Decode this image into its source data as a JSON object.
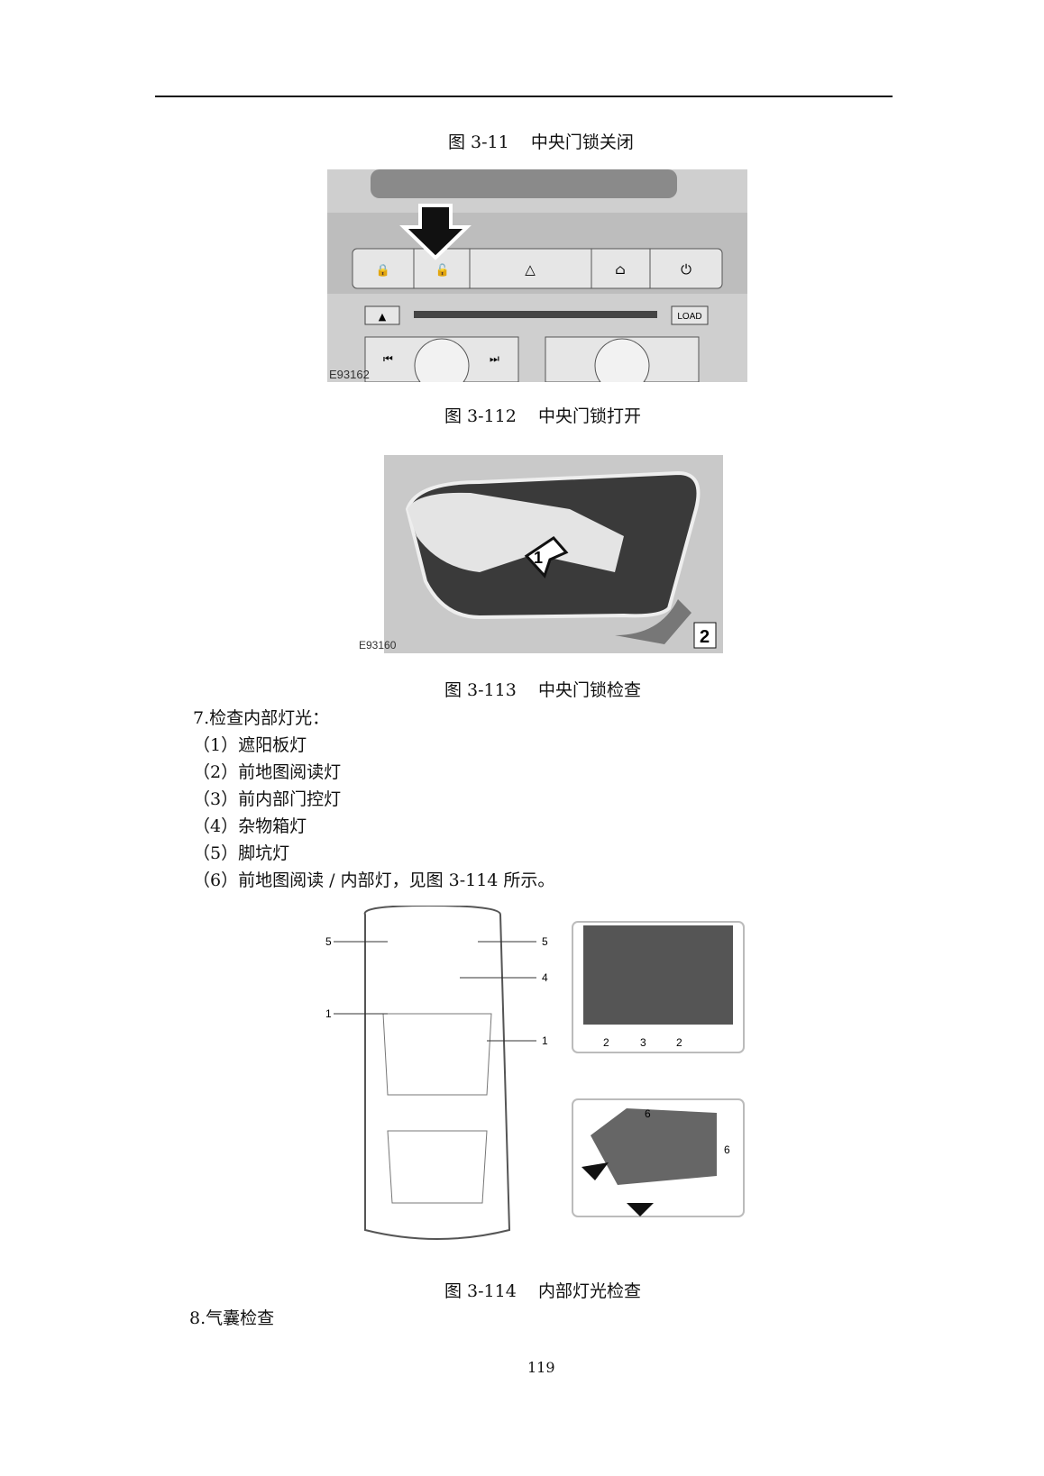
{
  "captions": {
    "fig1": "图 3-11    中央门锁关闭",
    "fig2": "图 3-112    中央门锁打开",
    "fig3": "图 3-113    中央门锁检查",
    "fig4": "图 3-114    内部灯光检查"
  },
  "figures": {
    "fig_console": {
      "code": "E93162",
      "load_label": "LOAD"
    },
    "fig_handle": {
      "code": "E93160",
      "callouts": [
        "1",
        "2"
      ]
    },
    "fig_interior": {
      "callouts": [
        "5",
        "5",
        "4",
        "1",
        "1",
        "2",
        "3",
        "2",
        "6",
        "6"
      ]
    }
  },
  "section7": {
    "heading": "7.检查内部灯光：",
    "items": [
      "（1）遮阳板灯",
      "（2）前地图阅读灯",
      "（3）前内部门控灯",
      "（4）杂物箱灯",
      "（5）脚坑灯",
      "（6）前地图阅读 / 内部灯，见图 3-114 所示。"
    ]
  },
  "section8": {
    "heading": "8.气囊检查"
  },
  "page_number": "119"
}
